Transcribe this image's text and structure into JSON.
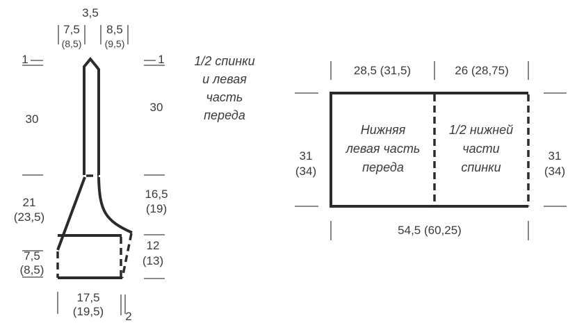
{
  "left_piece": {
    "neck_width": "3,5",
    "shoulder_left": "7,5",
    "shoulder_left_alt": "(8,5)",
    "shoulder_right": "8,5",
    "shoulder_right_alt": "(9,5)",
    "top_left_mark": "1",
    "top_right_mark": "1",
    "strap_left_height": "30",
    "strap_right_height": "30",
    "flare_left": "21",
    "flare_left_alt": "(23,5)",
    "flare_right": "16,5",
    "flare_right_alt": "(19)",
    "base_right": "12",
    "base_right_alt": "(13)",
    "base_left": "7,5",
    "base_left_alt": "(8,5)",
    "bottom_width": "17,5",
    "bottom_width_alt": "(19,5)",
    "bottom_extra": "2"
  },
  "caption": [
    "1/2 спинки",
    "и левая",
    "часть",
    "переда"
  ],
  "right_piece": {
    "top_left_width": "28,5 (31,5)",
    "top_right_width": "26 (28,75)",
    "height_left": "31",
    "height_left_alt": "(34)",
    "height_right": "31",
    "height_right_alt": "(34)",
    "bottom_width": "54,5 (60,25)",
    "left_section": [
      "Нижняя",
      "левая часть",
      "переда"
    ],
    "right_section": [
      "1/2 нижней",
      "части",
      "спинки"
    ]
  }
}
